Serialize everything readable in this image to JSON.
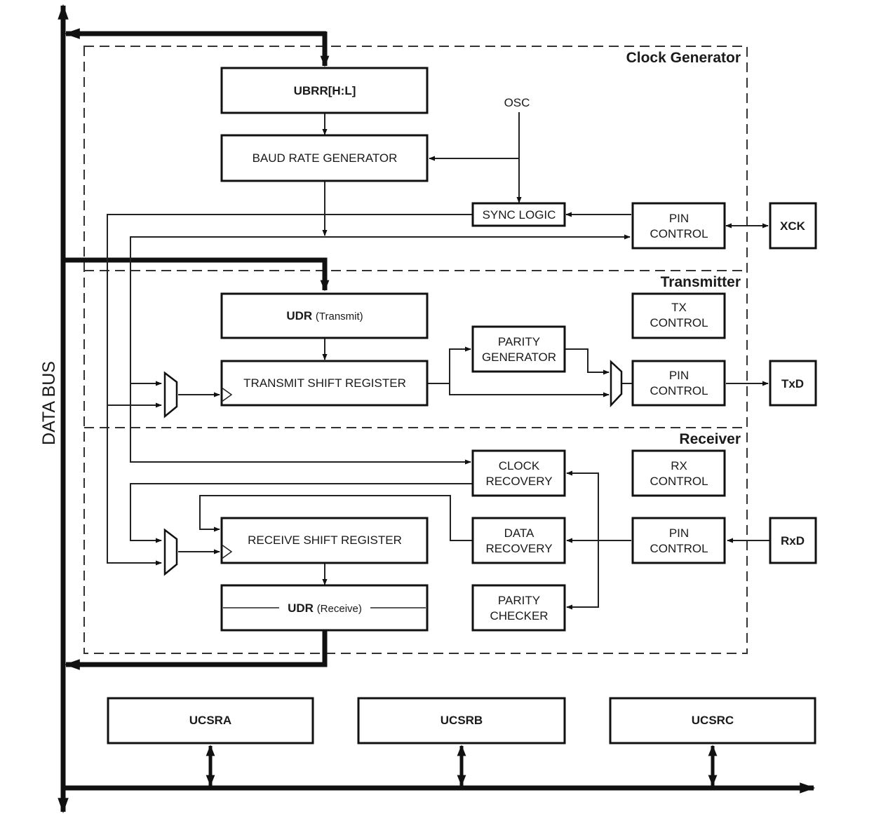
{
  "title": "USART Block Diagram",
  "data_bus_label": "DATA BUS",
  "sections": {
    "clock_generator": "Clock Generator",
    "transmitter": "Transmitter",
    "receiver": "Receiver"
  },
  "blocks": {
    "ubrr": "UBRR[H:L]",
    "baud_rate_generator": "BAUD RATE GENERATOR",
    "osc": "OSC",
    "sync_logic": "SYNC LOGIC",
    "pin_control_xck": [
      "PIN",
      "CONTROL"
    ],
    "xck": "XCK",
    "udr_transmit": {
      "main": "UDR",
      "sub": "(Transmit)"
    },
    "tx_control": [
      "TX",
      "CONTROL"
    ],
    "parity_generator": [
      "PARITY",
      "GENERATOR"
    ],
    "transmit_shift_register": "TRANSMIT SHIFT REGISTER",
    "pin_control_txd": [
      "PIN",
      "CONTROL"
    ],
    "txd": "TxD",
    "clock_recovery": [
      "CLOCK",
      "RECOVERY"
    ],
    "rx_control": [
      "RX",
      "CONTROL"
    ],
    "receive_shift_register": "RECEIVE SHIFT REGISTER",
    "data_recovery": [
      "DATA",
      "RECOVERY"
    ],
    "pin_control_rxd": [
      "PIN",
      "CONTROL"
    ],
    "rxd": "RxD",
    "udr_receive": {
      "main": "UDR",
      "sub": "(Receive)"
    },
    "parity_checker": [
      "PARITY",
      "CHECKER"
    ],
    "ucsra": "UCSRA",
    "ucsrb": "UCSRB",
    "ucsrc": "UCSRC"
  }
}
